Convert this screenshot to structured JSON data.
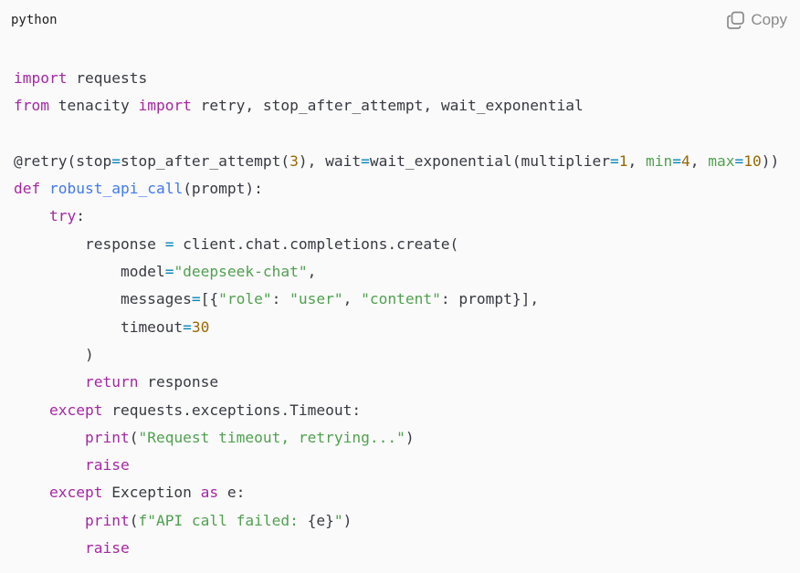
{
  "header": {
    "language": "python",
    "copy_label": "Copy"
  },
  "colors": {
    "background": "#fafafa",
    "keyword": "#a626a4",
    "function": "#4078f2",
    "string": "#50a14f",
    "number": "#986801",
    "operator": "#0184bc",
    "text": "#383a42",
    "copy_text": "#8a8a8a"
  },
  "icons": {
    "copy": "copy-icon"
  },
  "code": {
    "lines": [
      [
        [
          "kw",
          "import"
        ],
        [
          "txt",
          " requests"
        ]
      ],
      [
        [
          "kw",
          "from"
        ],
        [
          "txt",
          " tenacity "
        ],
        [
          "kw",
          "import"
        ],
        [
          "txt",
          " retry, stop_after_attempt, wait_exponential"
        ]
      ],
      [],
      [
        [
          "txt",
          "@retry(stop"
        ],
        [
          "op",
          "="
        ],
        [
          "txt",
          "stop_after_attempt("
        ],
        [
          "num",
          "3"
        ],
        [
          "txt",
          "), wait"
        ],
        [
          "op",
          "="
        ],
        [
          "txt",
          "wait_exponential(multiplier"
        ],
        [
          "op",
          "="
        ],
        [
          "num",
          "1"
        ],
        [
          "txt",
          ", "
        ],
        [
          "str",
          "min"
        ],
        [
          "op",
          "="
        ],
        [
          "num",
          "4"
        ],
        [
          "txt",
          ", "
        ],
        [
          "str",
          "max"
        ],
        [
          "op",
          "="
        ],
        [
          "num",
          "10"
        ],
        [
          "txt",
          "))"
        ]
      ],
      [
        [
          "kw",
          "def"
        ],
        [
          "txt",
          " "
        ],
        [
          "fn",
          "robust_api_call"
        ],
        [
          "txt",
          "(prompt):"
        ]
      ],
      [
        [
          "txt",
          "    "
        ],
        [
          "kw",
          "try"
        ],
        [
          "txt",
          ":"
        ]
      ],
      [
        [
          "txt",
          "        response "
        ],
        [
          "op",
          "="
        ],
        [
          "txt",
          " client.chat.completions.create("
        ]
      ],
      [
        [
          "txt",
          "            model"
        ],
        [
          "op",
          "="
        ],
        [
          "str",
          "\"deepseek-chat\""
        ],
        [
          "txt",
          ","
        ]
      ],
      [
        [
          "txt",
          "            messages"
        ],
        [
          "op",
          "="
        ],
        [
          "txt",
          "[{"
        ],
        [
          "str",
          "\"role\""
        ],
        [
          "txt",
          ": "
        ],
        [
          "str",
          "\"user\""
        ],
        [
          "txt",
          ", "
        ],
        [
          "str",
          "\"content\""
        ],
        [
          "txt",
          ": prompt}],"
        ]
      ],
      [
        [
          "txt",
          "            timeout"
        ],
        [
          "op",
          "="
        ],
        [
          "num",
          "30"
        ]
      ],
      [
        [
          "txt",
          "        )"
        ]
      ],
      [
        [
          "txt",
          "        "
        ],
        [
          "kw",
          "return"
        ],
        [
          "txt",
          " response"
        ]
      ],
      [
        [
          "txt",
          "    "
        ],
        [
          "kw",
          "except"
        ],
        [
          "txt",
          " requests.exceptions.Timeout:"
        ]
      ],
      [
        [
          "txt",
          "        "
        ],
        [
          "kw",
          "print"
        ],
        [
          "txt",
          "("
        ],
        [
          "str",
          "\"Request timeout, retrying...\""
        ],
        [
          "txt",
          ")"
        ]
      ],
      [
        [
          "txt",
          "        "
        ],
        [
          "kw",
          "raise"
        ]
      ],
      [
        [
          "txt",
          "    "
        ],
        [
          "kw",
          "except"
        ],
        [
          "txt",
          " Exception "
        ],
        [
          "kw",
          "as"
        ],
        [
          "txt",
          " e:"
        ]
      ],
      [
        [
          "txt",
          "        "
        ],
        [
          "kw",
          "print"
        ],
        [
          "txt",
          "("
        ],
        [
          "str",
          "f\"API call failed: "
        ],
        [
          "txt",
          "{e}"
        ],
        [
          "str",
          "\""
        ],
        [
          "txt",
          ")"
        ]
      ],
      [
        [
          "txt",
          "        "
        ],
        [
          "kw",
          "raise"
        ]
      ]
    ]
  }
}
